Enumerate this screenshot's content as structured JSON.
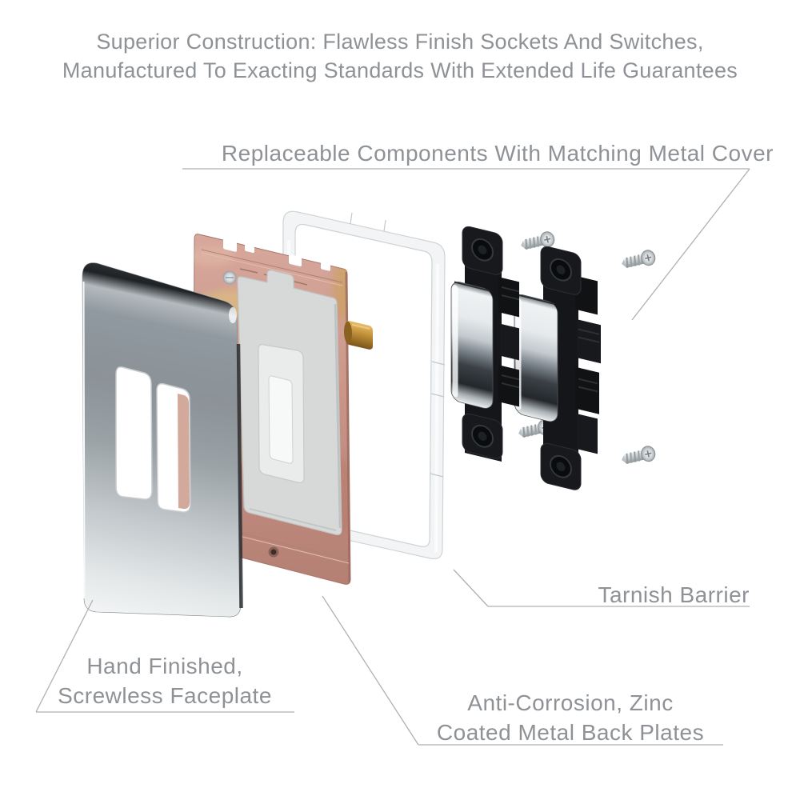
{
  "heading": {
    "line1": "Superior Construction: Flawless Finish Sockets And Switches,",
    "line2": "Manufactured To Exacting Standards With Extended Life Guarantees"
  },
  "annotations": {
    "replaceable_components": {
      "label": "Replaceable Components With Matching Metal Cover"
    },
    "tarnish_barrier": {
      "label": "Tarnish Barrier"
    },
    "hand_finished": {
      "line1": "Hand Finished,",
      "line2": "Screwless Faceplate"
    },
    "anti_corrosion": {
      "line1": "Anti-Corrosion, Zinc",
      "line2": "Coated Metal Back Plates"
    }
  },
  "diagram": {
    "type": "exploded-product-view",
    "product": "screwless chrome 2-gang grid rocker switch",
    "parts": [
      {
        "id": "chrome-faceplate",
        "label": "Hand finished, screwless chrome faceplate"
      },
      {
        "id": "zinc-back-plate",
        "label": "Anti-corrosion, zinc coated metal back plate"
      },
      {
        "id": "tarnish-barrier-frame",
        "label": "Clear tarnish barrier"
      },
      {
        "id": "rocker-switch-module",
        "label": "Replaceable rocker switch module with matching metal cover",
        "count": 2
      },
      {
        "id": "fixing-screw",
        "label": "Fixing screw",
        "count": 4
      }
    ]
  },
  "colors": {
    "background": "#ffffff",
    "text": "#8e9296",
    "line": "#aeb1b3",
    "chrome_light": "#f1f3f4",
    "chrome_dark": "#26292c",
    "zinc_pink": "#cc988c",
    "zinc_patina": "#d9bd74",
    "brass": "#c0923f",
    "plastic_gray": "#d6d9d8",
    "switch_black": "#141619"
  }
}
